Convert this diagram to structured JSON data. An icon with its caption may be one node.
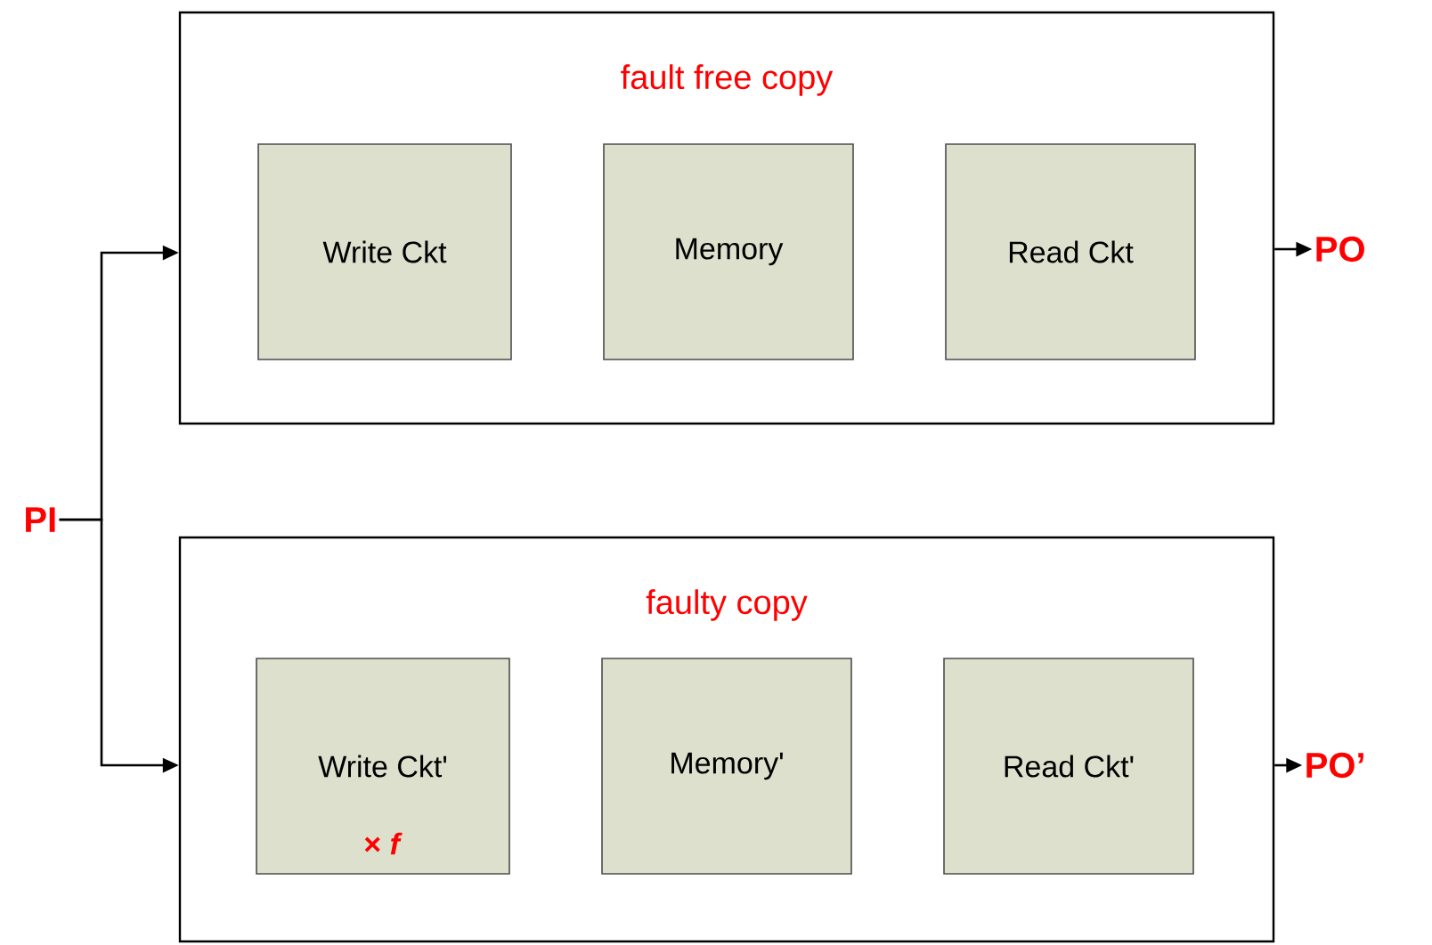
{
  "diagram": {
    "nodes": [
      {
        "text": [
          "fault free copy"
        ]
      },
      {
        "text": [
          "Write Ckt"
        ],
        "in": 0
      },
      {
        "text": [
          "Memory"
        ],
        "in": 0
      },
      {
        "text": [
          "Read Ckt"
        ],
        "in": 0
      },
      {
        "text": [
          "faulty copy"
        ]
      },
      {
        "text": [
          "Write Ckt'",
          "× *f*"
        ],
        "in": 4
      },
      {
        "text": [
          "Memory'"
        ],
        "in": 4
      },
      {
        "text": [
          "Read Ckt'"
        ],
        "in": 4
      },
      {
        "text": [
          "PI"
        ]
      },
      {
        "text": [
          "PO"
        ]
      },
      {
        "text": [
          "PO’"
        ]
      }
    ],
    "edges": [
      {
        "from": 8,
        "to": 0,
        "arrow": "to"
      },
      {
        "from": 8,
        "to": 4,
        "arrow": "to"
      },
      {
        "from": 0,
        "to": 9,
        "arrow": "to"
      },
      {
        "from": 4,
        "to": 10,
        "arrow": "to"
      }
    ]
  }
}
